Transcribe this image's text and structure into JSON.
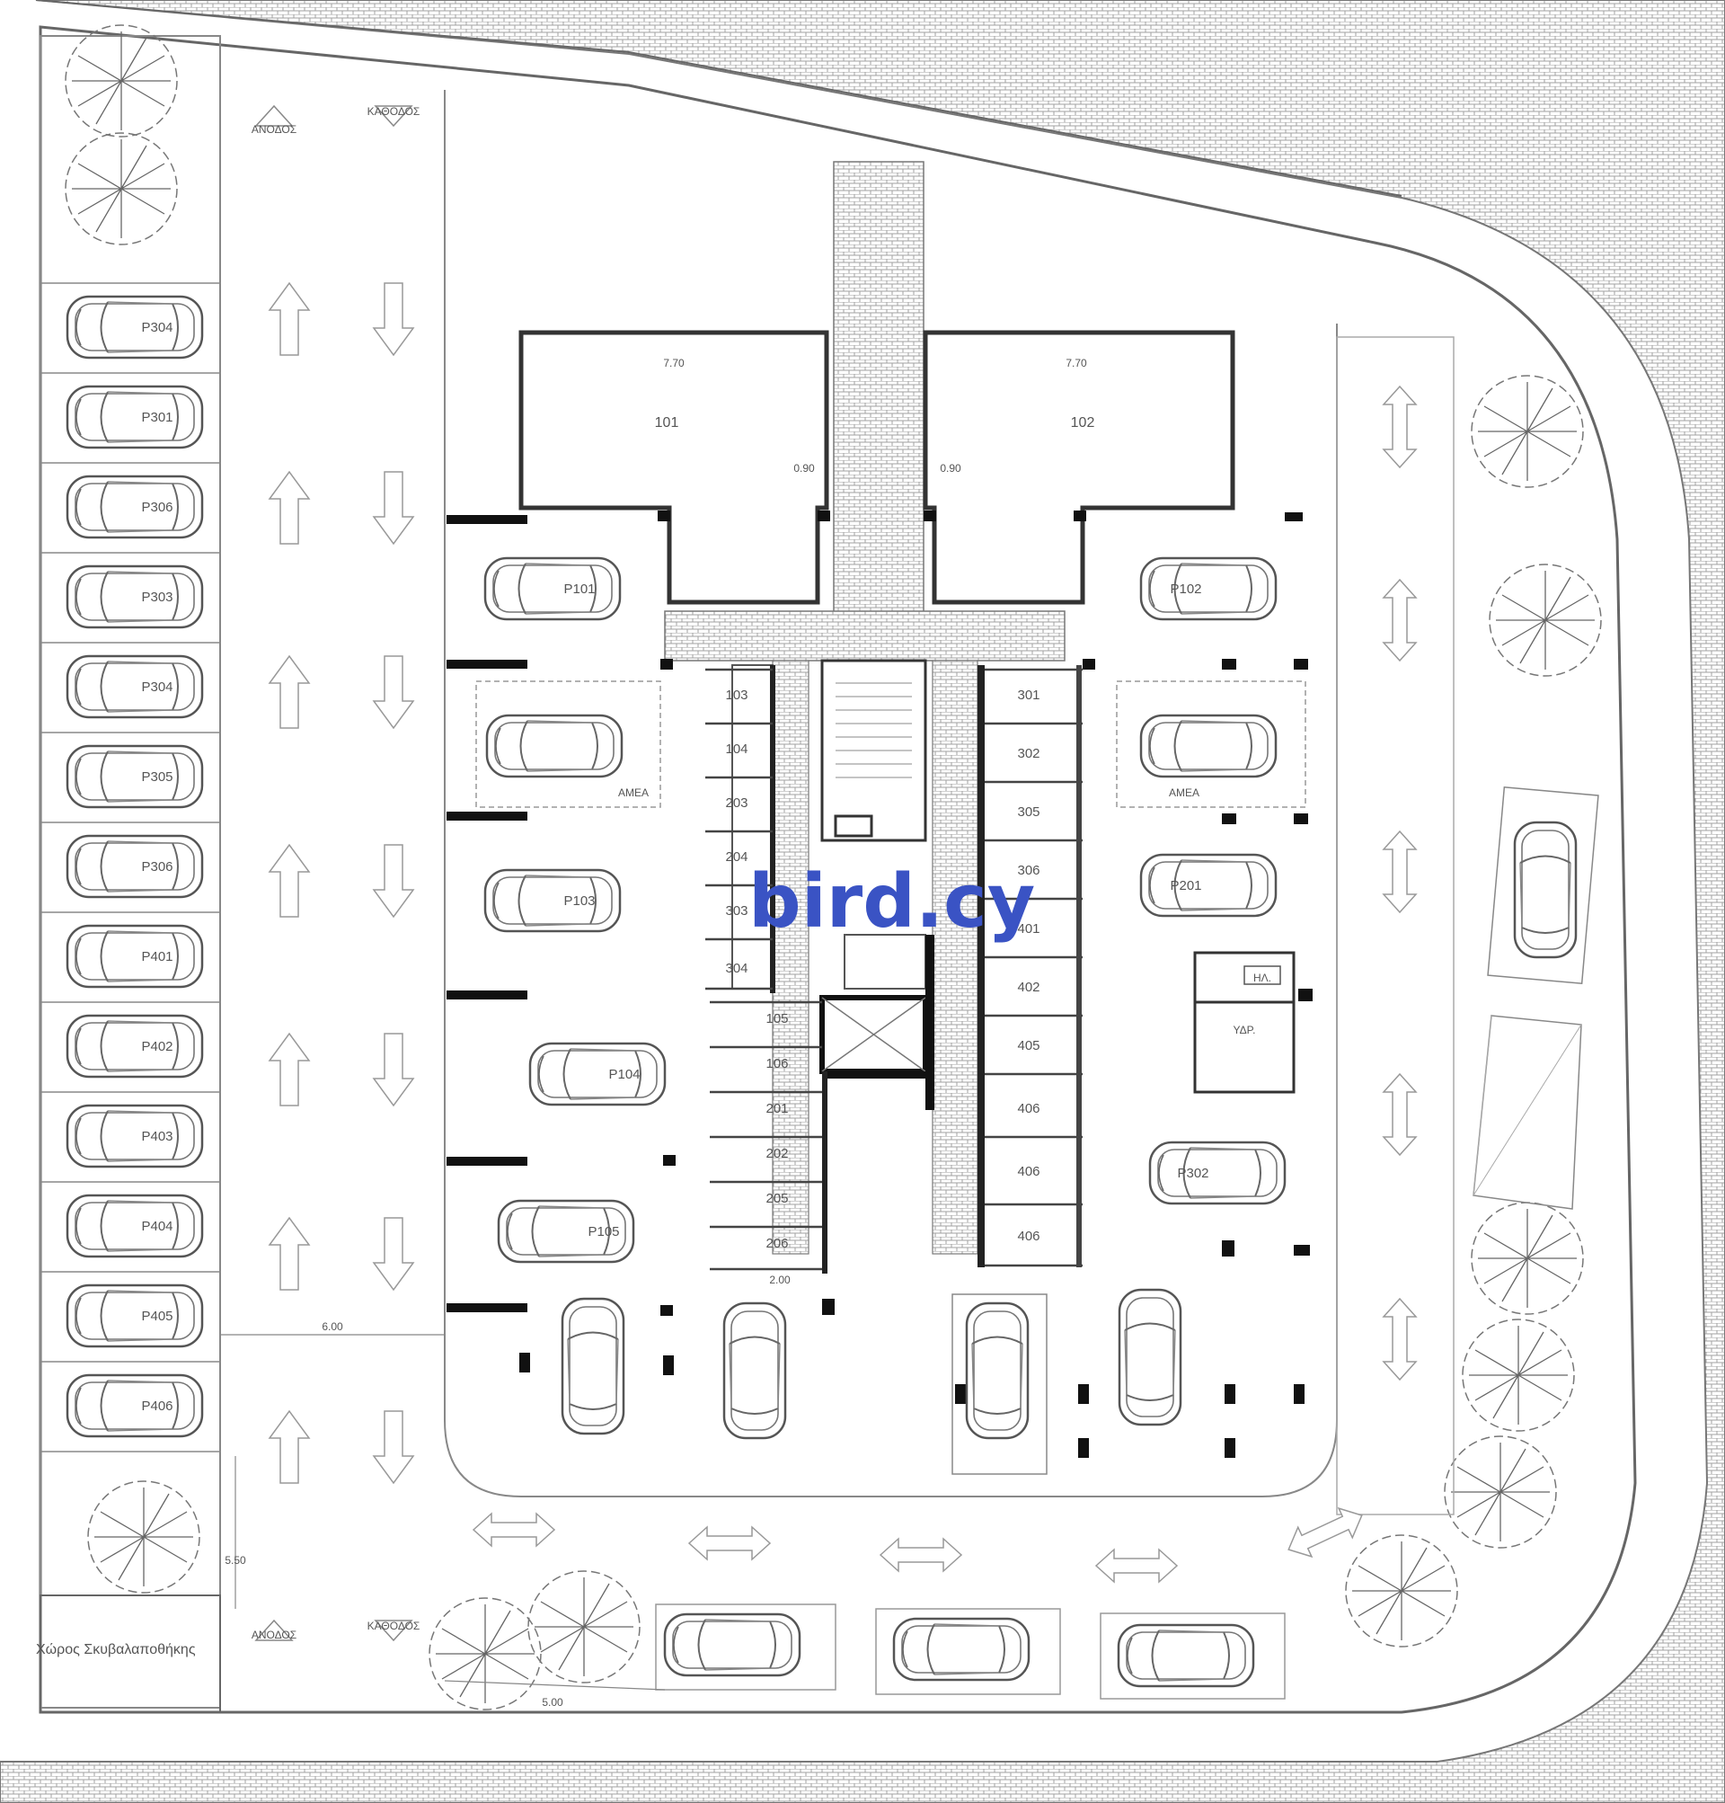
{
  "watermark": "bird.cy",
  "colors": {
    "line": "#6e6e6e",
    "wall": "#111111",
    "paving": "#9a9a9a",
    "watermark": "#3a53c4"
  },
  "apartments": {
    "a1": "101",
    "a2": "102",
    "width_a1": "7.70",
    "width_a2": "7.70",
    "door_a1": "0.90",
    "door_a2": "0.90"
  },
  "parking_left": [
    "P304",
    "P301",
    "P306",
    "P303",
    "P304",
    "P305",
    "P306",
    "P401",
    "P402",
    "P403",
    "P404",
    "P405",
    "P406"
  ],
  "parking_center": {
    "c1": "P101",
    "c2": "P102",
    "c3": "P103",
    "c4": "P104",
    "c5": "P105",
    "c6": "P201",
    "c7": "P302"
  },
  "storage_left": [
    "103",
    "104",
    "203",
    "204",
    "303",
    "304"
  ],
  "storage_left2": [
    "105",
    "106",
    "201",
    "202",
    "205",
    "206"
  ],
  "storage_right": [
    "301",
    "302",
    "305",
    "306",
    "401",
    "402",
    "405",
    "406",
    "406",
    "406"
  ],
  "area_labels": {
    "left": "AMEA",
    "right": "AMEA"
  },
  "dims": {
    "road": "6.00",
    "bottom": "5.00",
    "side": "5.50",
    "store": "2.00"
  },
  "ramp": {
    "up_label": "ΑΝΟΔΟΣ",
    "down_label": "ΚΑΘΟΔΟΣ",
    "up_label2": "ΑΝΟΔΟΣ",
    "down_label2": "ΚΑΘΟΔΟΣ"
  },
  "room_small": {
    "r1": "ΗΛ.",
    "r2": "ΥΔΡ."
  },
  "caption": "Χώρος Σκυβαλαποθήκης"
}
